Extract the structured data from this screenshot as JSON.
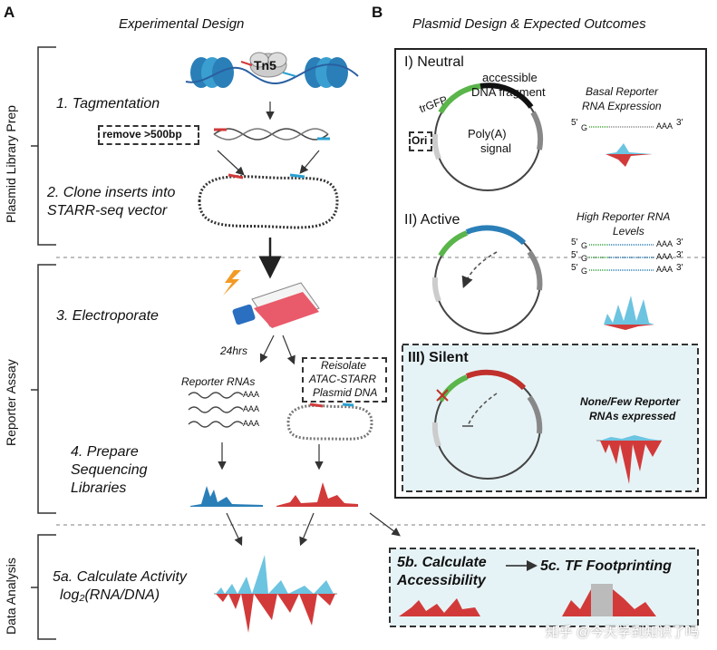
{
  "panel_labels": {
    "a": "A",
    "b": "B"
  },
  "headings": {
    "experimental_design": "Experimental Design",
    "plasmid_design": "Plasmid Design & Expected Outcomes"
  },
  "side_labels": {
    "plasmid_prep": "Plasmid Library Prep",
    "reporter_assay": "Reporter Assay",
    "data_analysis": "Data Analysis"
  },
  "steps": {
    "tagmentation": "1. Tagmentation",
    "clone_1": "2. Clone inserts into",
    "clone_2": "STARR-seq vector",
    "electroporate": "3. Electroporate",
    "prepare_1": "4. Prepare",
    "prepare_2": "Sequencing",
    "prepare_3": "Libraries",
    "calc_activity_1": "5a. Calculate Activity",
    "calc_activity_2": "log₂(RNA/DNA)",
    "calc_access_1": "5b. Calculate",
    "calc_access_2": "Accessibility",
    "footprinting": "5c. TF Footprinting"
  },
  "labels": {
    "tn5": "Tn5",
    "remove": "remove >500bp",
    "hrs": "24hrs",
    "reporter_rnas": "Reporter RNAs",
    "reisolate_1": "Reisolate",
    "reisolate_2": "ATAC-STARR",
    "reisolate_3": "Plasmid DNA",
    "aaa": "AAA"
  },
  "plasmid": {
    "neutral_title": "I) Neutral",
    "accessible_1": "accessible",
    "accessible_2": "DNA fragment",
    "trgfp": "trGFP",
    "ori": "Ori",
    "polya_1": "Poly(A)",
    "polya_2": "signal",
    "basal_1": "Basal Reporter",
    "basal_2": "RNA Expression",
    "five": "5'",
    "three": "3'",
    "g": "G",
    "active_title": "II) Active",
    "high_1": "High Reporter RNA",
    "high_2": "Levels",
    "silent_title": "III) Silent",
    "none_1": "None/Few Reporter",
    "none_2": "RNAs expressed"
  },
  "watermark": "知乎 @今天学到知识了吗",
  "colors": {
    "blue": "#2a7fb8",
    "lightblue": "#6cc4e0",
    "red": "#d23a3a",
    "green": "#5ab54a",
    "panel_bg": "#e6f3f6",
    "dark": "#222222"
  }
}
